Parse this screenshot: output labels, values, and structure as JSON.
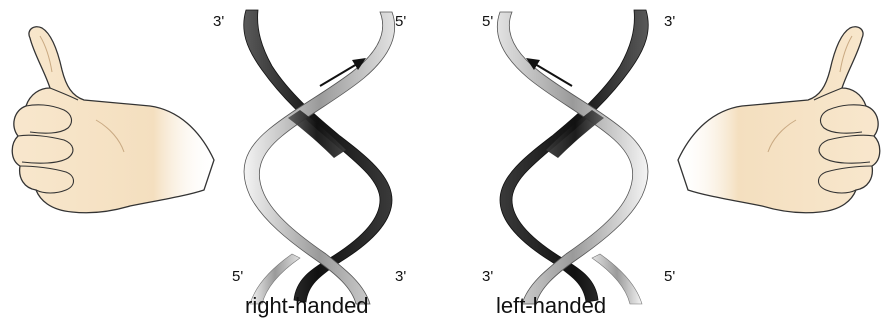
{
  "colors": {
    "skin_fill": "#f6e3c6",
    "skin_shade": "#e9cfa8",
    "outline": "#333333",
    "strand_dark": "#1a1a1a",
    "strand_light": "#d9d9d9",
    "arrow": "#111111"
  },
  "right_helix": {
    "caption": "right-handed",
    "top_left_end": "3'",
    "top_right_end": "5'",
    "bottom_left_end": "5'",
    "bottom_right_end": "3'",
    "hand_icon": "right-thumb-up-hand-icon",
    "direction_arrow": "up-right"
  },
  "left_helix": {
    "caption": "left-handed",
    "top_left_end": "5'",
    "top_right_end": "3'",
    "bottom_left_end": "3'",
    "bottom_right_end": "5'",
    "hand_icon": "left-thumb-up-hand-icon",
    "direction_arrow": "up-left"
  }
}
